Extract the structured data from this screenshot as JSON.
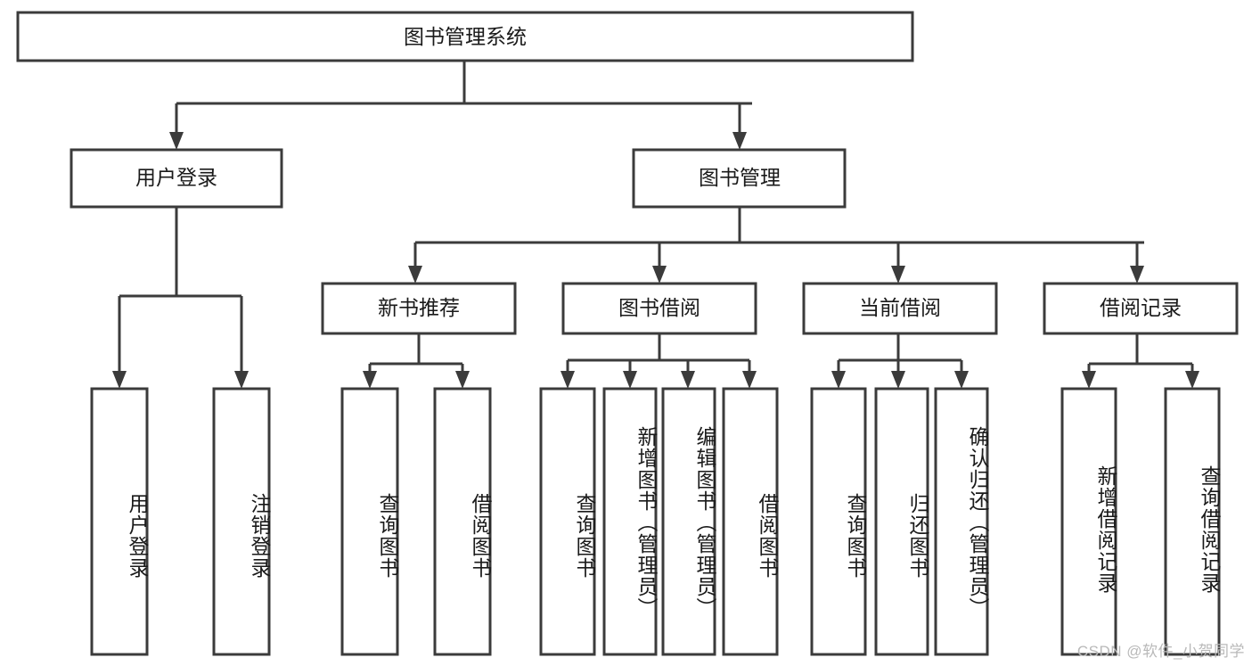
{
  "diagram": {
    "title": "图书管理系统",
    "type": "tree-hierarchy-diagram",
    "colors": {
      "stroke": "#3b3b3b",
      "box_fill": "#ffffff",
      "text": "#1a1a1a",
      "watermark": "#b9b9b9",
      "background": "#ffffff"
    },
    "root": {
      "label": "图书管理系统"
    },
    "level2": [
      {
        "label": "用户登录"
      },
      {
        "label": "图书管理"
      }
    ],
    "level3": [
      {
        "label": "新书推荐"
      },
      {
        "label": "图书借阅"
      },
      {
        "label": "当前借阅"
      },
      {
        "label": "借阅记录"
      }
    ],
    "leaves": {
      "user_login": [
        {
          "label": "用户登录"
        },
        {
          "label": "注销登录"
        }
      ],
      "new_book_recommend": [
        {
          "label": "查询图书"
        },
        {
          "label": "借阅图书"
        }
      ],
      "book_borrow": [
        {
          "label": "查询图书"
        },
        {
          "label": "新增图书（管理员）"
        },
        {
          "label": "编辑图书（管理员）"
        },
        {
          "label": "借阅图书"
        }
      ],
      "current_borrow": [
        {
          "label": "查询图书"
        },
        {
          "label": "归还图书"
        },
        {
          "label": "确认归还（管理员）"
        }
      ],
      "borrow_record": [
        {
          "label": "新增借阅记录"
        },
        {
          "label": "查询借阅记录"
        }
      ]
    },
    "watermark": "CSDN @软件_小贺同学"
  }
}
